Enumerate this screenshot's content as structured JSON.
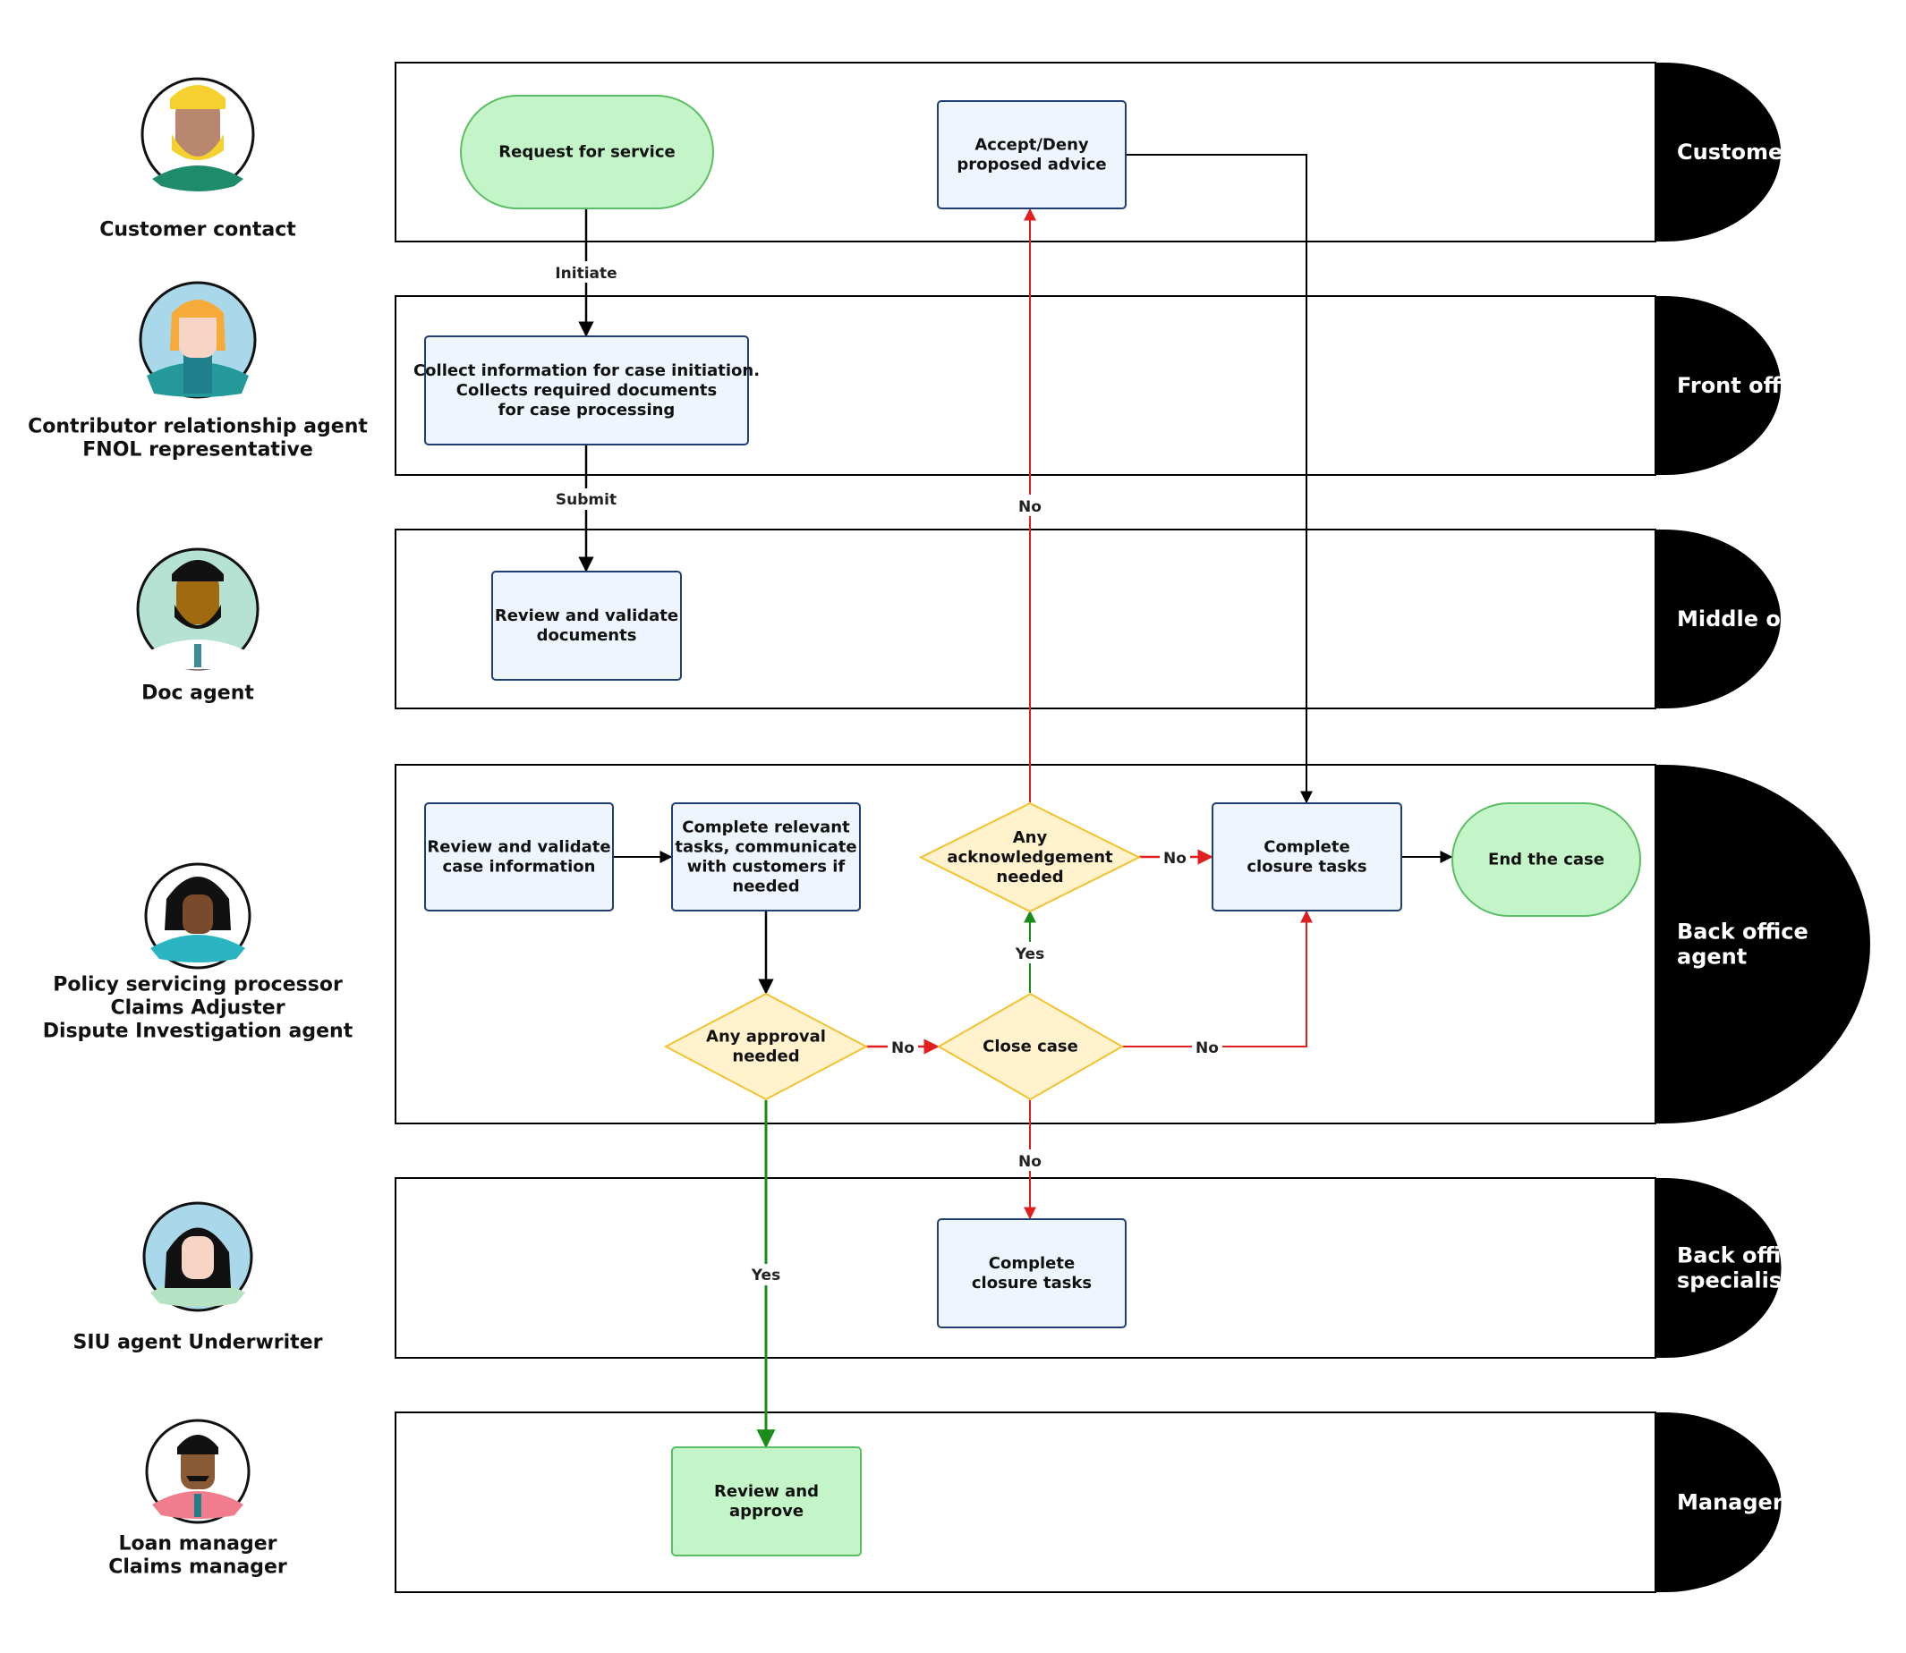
{
  "lanes": [
    {
      "id": "customer",
      "title_lines": [
        "Customer"
      ],
      "persona_lines": [
        "Customer contact"
      ]
    },
    {
      "id": "front",
      "title_lines": [
        "Front office"
      ],
      "persona_lines": [
        "Contributor relationship agent",
        "FNOL representative"
      ]
    },
    {
      "id": "middle",
      "title_lines": [
        "Middle office"
      ],
      "persona_lines": [
        "Doc agent"
      ]
    },
    {
      "id": "back_agent",
      "title_lines": [
        "Back office",
        "agent"
      ],
      "persona_lines": [
        "Policy servicing processor",
        "Claims Adjuster",
        "Dispute Investigation agent"
      ]
    },
    {
      "id": "back_specialist",
      "title_lines": [
        "Back office",
        "specialist"
      ],
      "persona_lines": [
        "SIU agent Underwriter"
      ]
    },
    {
      "id": "manager",
      "title_lines": [
        "Manager"
      ],
      "persona_lines": [
        "Loan manager",
        "Claims manager"
      ]
    }
  ],
  "nodes": {
    "request": {
      "lines": [
        "Request for service"
      ]
    },
    "accept": {
      "lines": [
        "Accept/Deny",
        "proposed advice"
      ]
    },
    "collect": {
      "lines": [
        "Collect information for case initiation.",
        "Collects required documents",
        "for case processing"
      ]
    },
    "review_docs": {
      "lines": [
        "Review and validate",
        "documents"
      ]
    },
    "review_case": {
      "lines": [
        "Review and validate",
        "case information"
      ]
    },
    "complete_relevant": {
      "lines": [
        "Complete relevant",
        "tasks, communicate",
        "with customers if",
        "needed"
      ]
    },
    "any_ack": {
      "lines": [
        "Any",
        "acknowledgement",
        "needed"
      ]
    },
    "complete_closure_agent": {
      "lines": [
        "Complete",
        "closure tasks"
      ]
    },
    "end_case": {
      "lines": [
        "End the case"
      ]
    },
    "any_approval": {
      "lines": [
        "Any approval",
        "needed"
      ]
    },
    "close_case": {
      "lines": [
        "Close case"
      ]
    },
    "complete_closure_specialist": {
      "lines": [
        "Complete",
        "closure tasks"
      ]
    },
    "review_approve": {
      "lines": [
        "Review and",
        "approve"
      ]
    }
  },
  "edge_labels": {
    "initiate": "Initiate",
    "submit": "Submit",
    "no_to_accept": "No",
    "no_to_closure": "No",
    "yes_to_ack": "Yes",
    "no_to_close": "No",
    "no_close_to_closure": "No",
    "no_to_specialist": "No",
    "yes_to_manager": "Yes"
  },
  "colors": {
    "lane_border": "#000000",
    "lane_cap": "#000000",
    "process_fill": "#EEF5FD",
    "process_stroke": "#1F3F73",
    "terminal_fill": "#C4F5C8",
    "terminal_stroke": "#5BBE64",
    "decision_fill": "#FFF2CC",
    "decision_stroke": "#F2C230",
    "edge_black": "#000000",
    "edge_red": "#E02020",
    "edge_green": "#1A8C1A"
  }
}
